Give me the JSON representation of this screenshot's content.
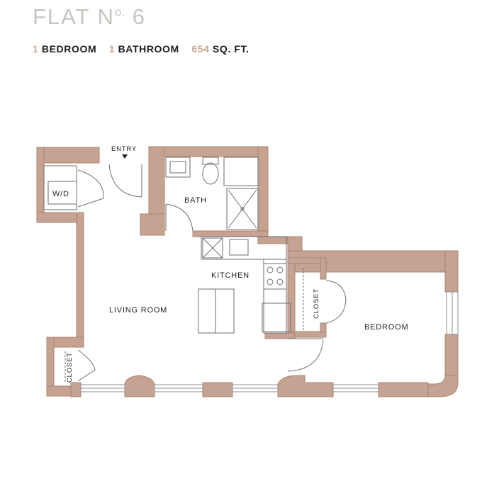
{
  "header": {
    "title_prefix": "FLAT N",
    "title_super": "o.",
    "title_number": "6"
  },
  "specs": {
    "bedrooms_count": "1",
    "bedrooms_label": "BEDROOM",
    "bathrooms_count": "1",
    "bathrooms_label": "BATHROOM",
    "area_value": "654",
    "area_unit": "SQ. FT."
  },
  "floorplan": {
    "labels": {
      "entry": "ENTRY",
      "wd": "W/D",
      "bath": "BATH",
      "kitchen": "KITCHEN",
      "living_room": "LIVING ROOM",
      "bedroom": "BEDROOM",
      "closet_left": "CLOSET",
      "closet_right": "CLOSET"
    },
    "colors": {
      "wall": "#c5a291",
      "wall_edge": "#a98472",
      "fixture": "#6e6e6e",
      "text": "#222222",
      "title": "#c8c4c0",
      "accent": "#c6a996"
    }
  }
}
